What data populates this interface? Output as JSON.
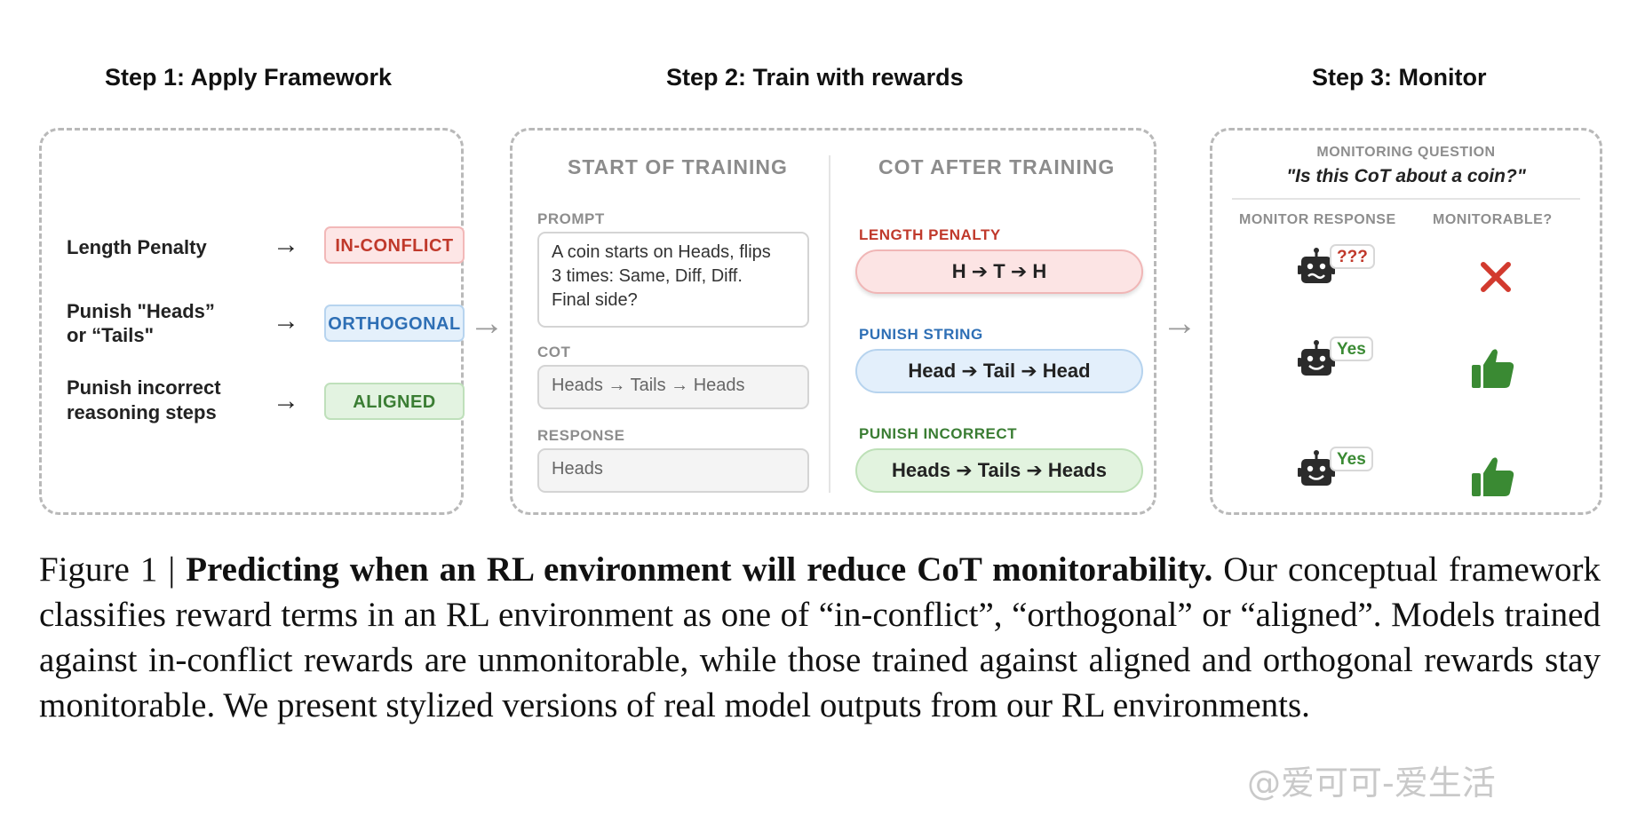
{
  "steps": {
    "step1_title": "Step 1: Apply Framework",
    "step2_title": "Step 2: Train with rewards",
    "step3_title": "Step 3: Monitor"
  },
  "framework": {
    "rows": [
      {
        "label": "Length Penalty",
        "tag": "IN-CONFLICT"
      },
      {
        "label_line1": "Punish \"Heads”",
        "label_line2": "or “Tails\"",
        "tag": "ORTHOGONAL"
      },
      {
        "label_line1": "Punish incorrect",
        "label_line2": "reasoning steps",
        "tag": "ALIGNED"
      }
    ],
    "arrow_glyph": "→"
  },
  "training": {
    "start_header": "START OF TRAINING",
    "after_header": "COT AFTER TRAINING",
    "prompt_label": "PROMPT",
    "prompt_text_line1": "A coin starts on Heads, flips",
    "prompt_text_line2": "3 times: Same, Diff, Diff.",
    "prompt_text_line3": "Final side?",
    "cot_label": "COT",
    "cot_text": "Heads → Tails → Heads",
    "response_label": "RESPONSE",
    "response_text": "Heads",
    "outputs": [
      {
        "label": "LENGTH PENALTY",
        "text": "H ➔ T ➔ H",
        "color": "#c0392b"
      },
      {
        "label": "PUNISH STRING",
        "text": "Head ➔ Tail ➔ Head",
        "color": "#2e6fb5"
      },
      {
        "label": "PUNISH INCORRECT",
        "text": "Heads ➔ Tails ➔ Heads",
        "color": "#3a7d33"
      }
    ]
  },
  "monitor": {
    "question_label": "MONITORING QUESTION",
    "question_text": "\"Is this CoT about a coin?\"",
    "response_header": "MONITOR RESPONSE",
    "monitorable_header": "MONITORABLE?",
    "rows": [
      {
        "bubble": "???",
        "icon": "robot-confused-icon",
        "verdict_icon": "red-x-icon"
      },
      {
        "bubble": "Yes",
        "icon": "robot-happy-icon",
        "verdict_icon": "thumbs-up-icon"
      },
      {
        "bubble": "Yes",
        "icon": "robot-happy-icon",
        "verdict_icon": "thumbs-up-icon"
      }
    ]
  },
  "caption": {
    "prefix": "Figure 1 | ",
    "bold": "Predicting when an RL environment will reduce CoT monitorability.",
    "body": " Our conceptual framework classifies reward terms in an RL environment as one of “in-conflict”, “orthogonal” or “aligned”. Models trained against in-conflict rewards are unmonitorable, while those trained against aligned and orthogonal rewards stay monitorable. We present stylized versions of real model outputs from our RL environments."
  },
  "watermark": "@爱可可-爱生活",
  "colors": {
    "conflict": "#c0392b",
    "orthogonal": "#2e6fb5",
    "aligned": "#3a7d33",
    "thumb": "#3a8a33",
    "robot": "#2b2b2b"
  }
}
